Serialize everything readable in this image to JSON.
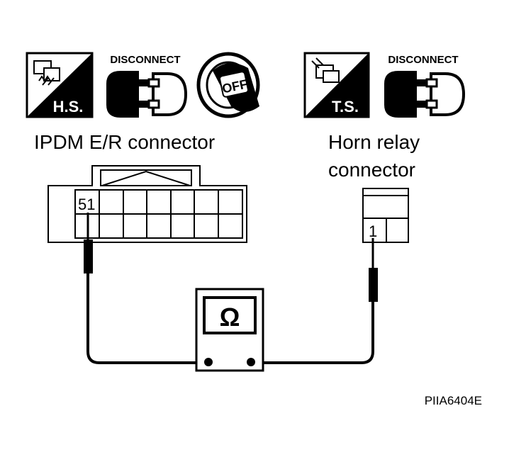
{
  "left_icons": {
    "hs_label": "H.S.",
    "disconnect_label": "DISCONNECT",
    "key_label": "OFF"
  },
  "right_icons": {
    "ts_label": "T.S.",
    "disconnect_label": "DISCONNECT"
  },
  "ipdm": {
    "title": "IPDM E/R connector",
    "terminal": "51"
  },
  "horn_relay": {
    "title_line1": "Horn relay",
    "title_line2": "connector",
    "terminal": "1"
  },
  "meter": {
    "symbol": "Ω"
  },
  "figure_code": "PIIA6404E",
  "icons": [
    "harness-side-icon",
    "terminal-side-icon",
    "disconnect-icon",
    "ignition-key-off-icon",
    "ohmmeter-icon"
  ]
}
